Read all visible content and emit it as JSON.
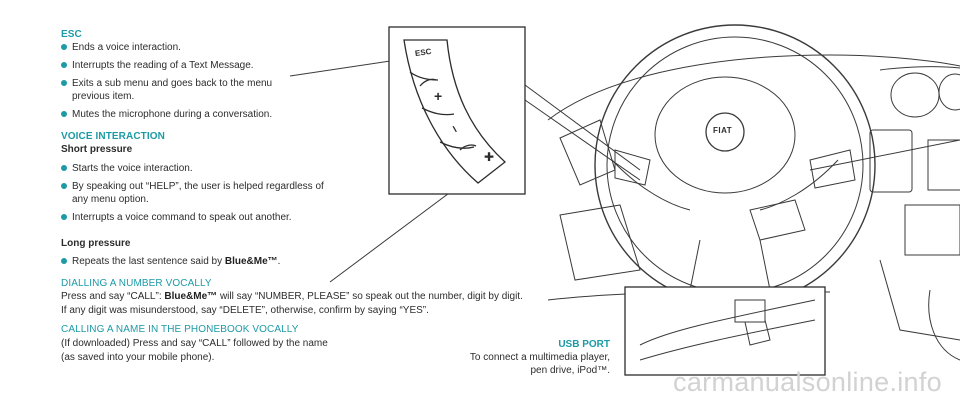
{
  "esc": {
    "title": "ESC",
    "items": [
      "Ends a voice interaction.",
      "Interrupts the reading of a Text Message.",
      "Exits a sub menu and goes back to the menu previous item.",
      "Mutes the microphone during a conversation."
    ]
  },
  "voice": {
    "title": "VOICE INTERACTION",
    "short_label": "Short pressure",
    "short_items": [
      "Starts the voice interaction.",
      "By speaking out “HELP”, the user is helped regardless of any menu option.",
      "Interrupts a voice command to speak out another."
    ],
    "long_label": "Long pressure",
    "long_text": "Repeats the last sentence said by ",
    "long_brand": "Blue&Me™",
    "long_end": "."
  },
  "dial": {
    "title": "DIALLING A NUMBER VOCALLY",
    "line1_a": "Press and say “CALL”: ",
    "line1_brand": "Blue&Me™",
    "line1_b": " will say “NUMBER, PLEASE” so speak out the number, digit by digit.",
    "line2": "If any digit was misunderstood, say “DELETE”, otherwise, confirm by saying “YES”."
  },
  "phonebook": {
    "title": "CALLING A NAME IN THE PHONEBOOK VOCALLY",
    "line1": "(If downloaded) Press and say “CALL” followed by the name",
    "line2": "(as saved into your mobile phone)."
  },
  "usb": {
    "title": "USB PORT",
    "line1": "To connect a multimedia player,",
    "line2": "pen drive, iPod™."
  },
  "illustration": {
    "esc_key": "ESC",
    "plus_key": "+",
    "minus_key": "–",
    "wheel_badge": "FIAT"
  },
  "watermark": "carmanualsonline.info",
  "colors": {
    "accent": "#1c9aa6",
    "line_art": "#3a3a3a",
    "watermark": "#d2d2d2"
  }
}
